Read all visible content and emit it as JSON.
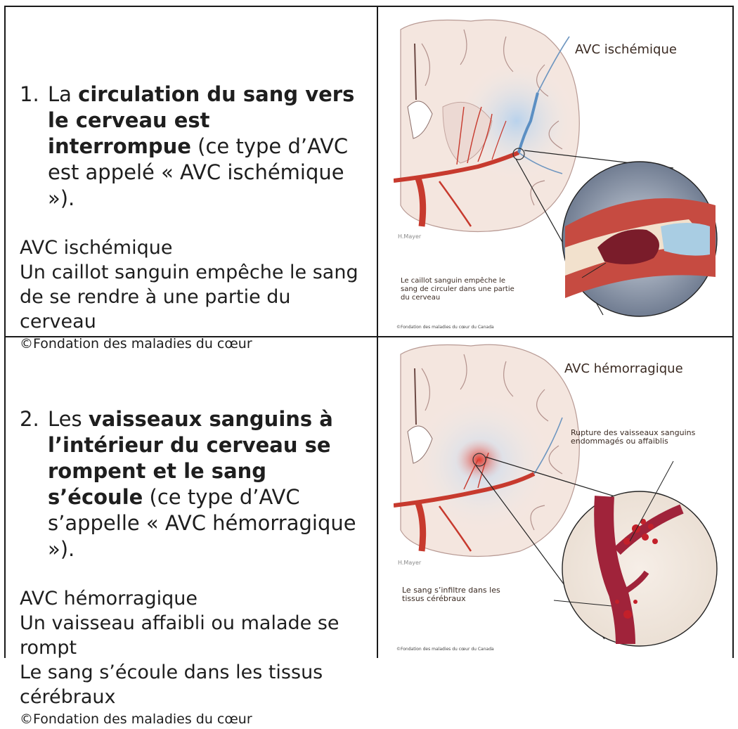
{
  "sections": [
    {
      "number": "1.",
      "lead": "La ",
      "bold": "circulation du sang vers le cerveau est interrompue",
      "tail": " (ce type d’AVC est appelé « AVC ischémique »).",
      "caption_title": "AVC ischémique",
      "caption_line1": "Un caillot sanguin empêche le sang de se rendre à une partie du cerveau",
      "credit": "©Fondation des maladies du cœur",
      "illustration": {
        "title": "AVC ischémique",
        "callout": "Le caillot sanguin empêche le sang de circuler dans une partie du cerveau",
        "artist": "H.Mayer",
        "copyright": "©Fondation des maladies du cœur du Canada"
      }
    },
    {
      "number": "2.",
      "lead": "Les ",
      "bold": "vaisseaux sanguins à l’intérieur du cerveau se rompent et le sang s’écoule",
      "tail": " (ce type d’AVC s’appelle « AVC hémorragique »).",
      "caption_title": "AVC hémorragique",
      "caption_line1": "Un vaisseau affaibli ou malade se rompt",
      "caption_line2": "Le sang s’écoule dans les tissus cérébraux",
      "credit": "©Fondation des maladies du cœur",
      "illustration": {
        "title": "AVC hémorragique",
        "callout_top": "Rupture des vaisseaux sanguins endommagés ou affaiblis",
        "callout_bottom": "Le sang s’infiltre dans les tissus cérébraux",
        "artist": "H.Mayer",
        "copyright": "©Fondation des maladies du cœur du Canada"
      }
    }
  ]
}
